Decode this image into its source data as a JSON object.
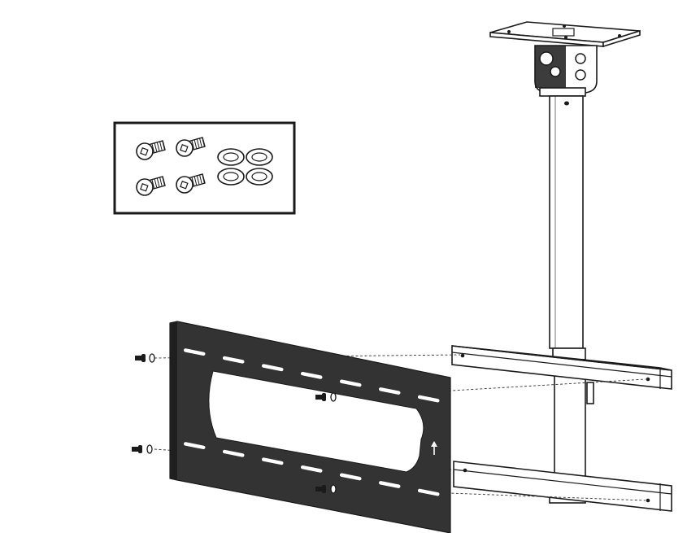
{
  "diagram": {
    "parts_box": {
      "screw_count": 4,
      "washer_count": 4
    },
    "plate_slots_per_row": 7,
    "icons": [
      "screw-icon",
      "washer-icon",
      "up-arrow-icon"
    ],
    "colors": {
      "line": "#1a1a1a",
      "plate": "#333333",
      "background": "#ffffff"
    }
  }
}
